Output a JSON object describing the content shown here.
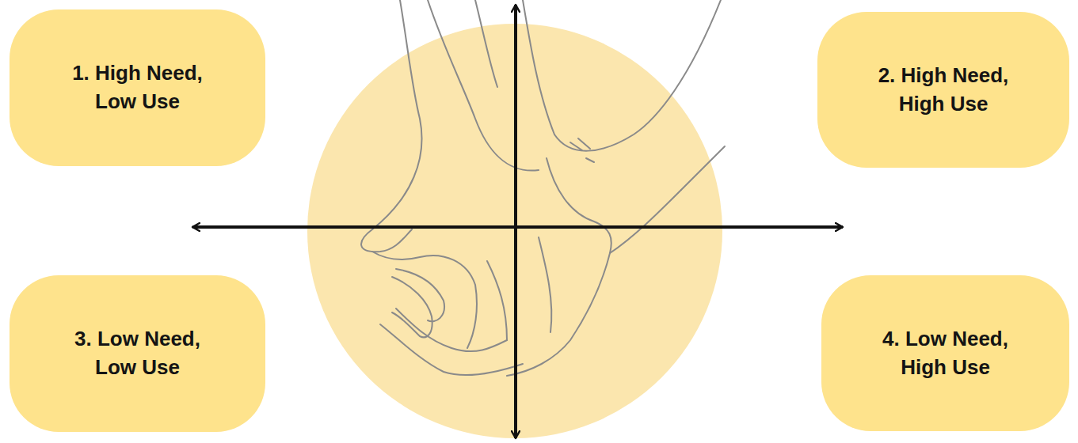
{
  "diagram": {
    "nodes": [
      {
        "text": [
          "1. High Need, Low Use"
        ]
      },
      {
        "text": [
          "2. High Need, High Use"
        ]
      },
      {
        "text": [
          "3. Low Need, Low Use"
        ]
      },
      {
        "text": [
          "4. Low Need, High Use"
        ]
      }
    ]
  }
}
